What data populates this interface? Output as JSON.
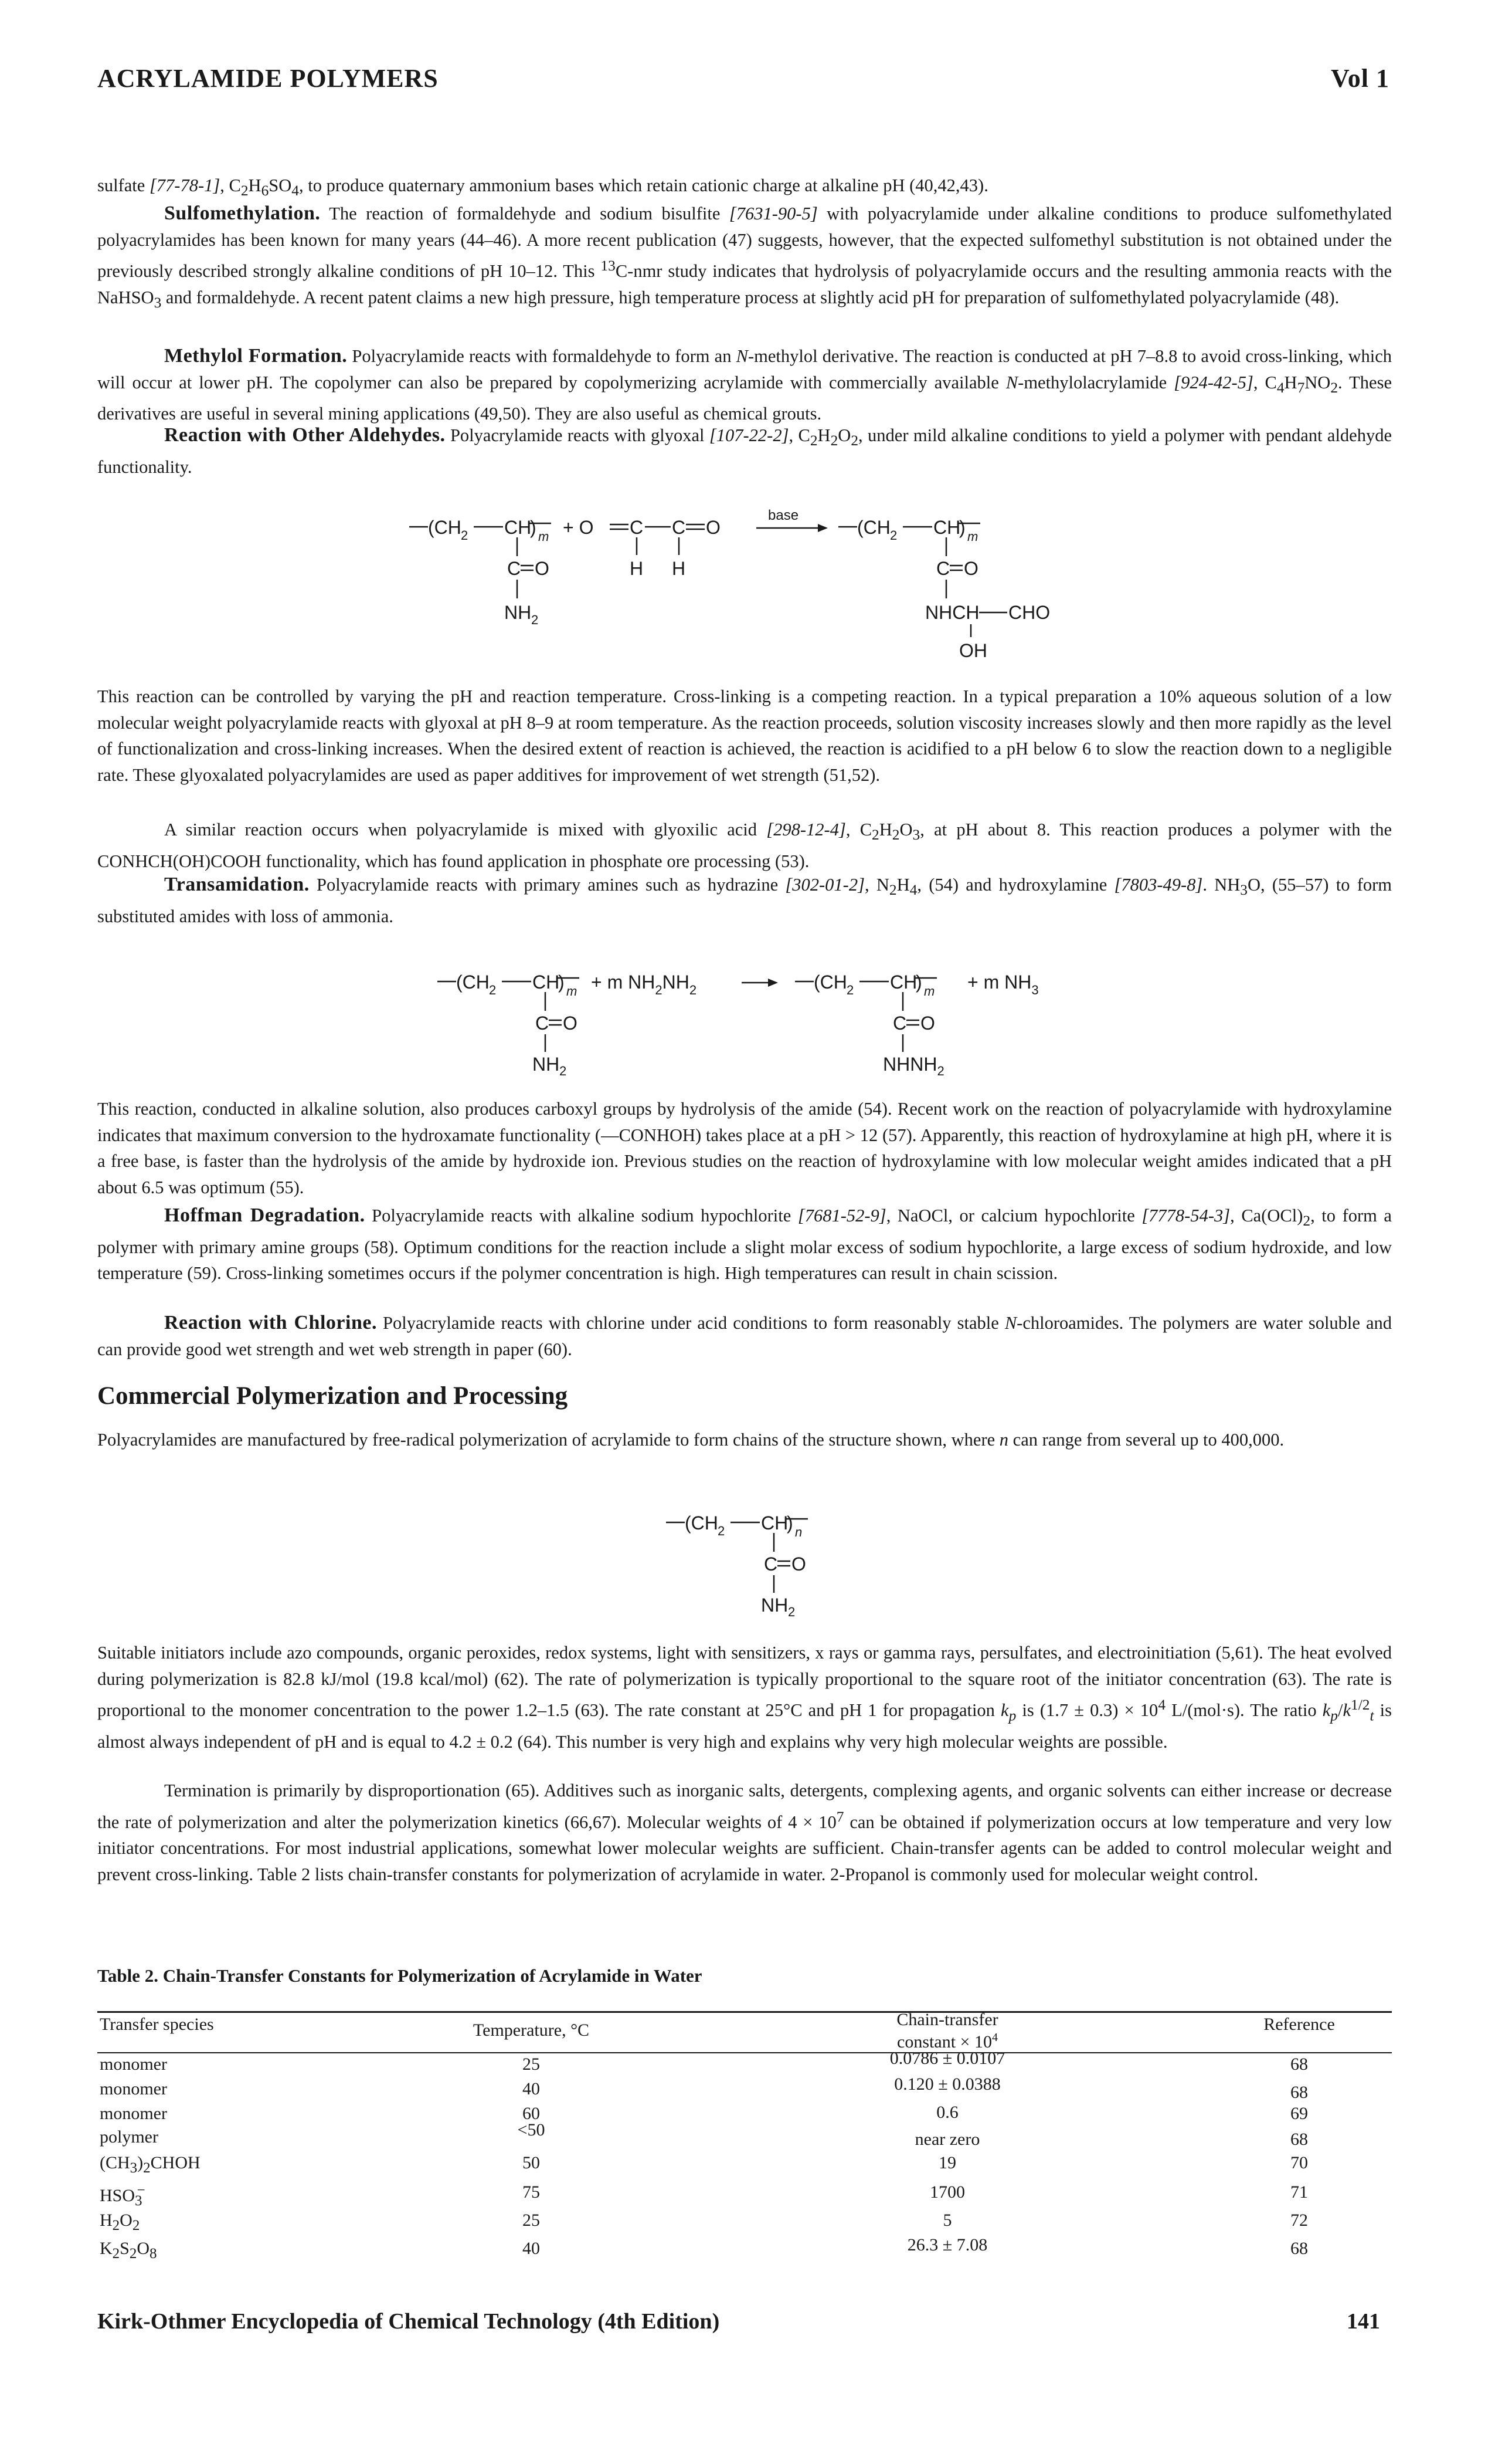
{
  "header": {
    "title": "ACRYLAMIDE POLYMERS",
    "volume": "Vol 1"
  },
  "paragraphs": {
    "p0_a": "sulfate ",
    "p0_cas": "[77-78-1]",
    "p0_b": ", C",
    "p0_sub1": "2",
    "p0_c": "H",
    "p0_sub2": "6",
    "p0_d": "SO",
    "p0_sub3": "4",
    "p0_e": ", to produce quaternary ammonium bases which retain cationic charge at alkaline pH (40,42,43).",
    "sulfo_head": "Sulfomethylation.",
    "sulfo_a": " The reaction of formaldehyde and sodium bisulfite ",
    "sulfo_cas": "[7631-90-5]",
    "sulfo_b": " with polyacrylamide under alkaline conditions to produce sulfomethylated polyacrylamides has been known for many years (44–46). A more recent publication (47) suggests, however, that the expected sulfomethyl substitution is not obtained under the previously described strongly alkaline conditions of pH 10–12. This ",
    "sulfo_sup": "13",
    "sulfo_c": "C-nmr study indicates that hydrolysis of polyacrylamide occurs and the resulting ammonia reacts with the NaHSO",
    "sulfo_sub": "3",
    "sulfo_d": " and formaldehyde. A recent patent claims a new high pressure, high temperature process at slightly acid pH for preparation of sulfomethylated polyacrylamide (48).",
    "methylol_head": "Methylol Formation.",
    "methylol_a": " Polyacrylamide reacts with formaldehyde to form an ",
    "methylol_n": "N",
    "methylol_b": "-methylol derivative. The reaction is conducted at pH 7–8.8 to avoid cross-linking, which will occur at lower pH. The copolymer can also be prepared by copolymerizing acrylamide with commercially available ",
    "methylol_n2": "N",
    "methylol_c": "-methylolacrylamide ",
    "methylol_cas": "[924-42-5]",
    "methylol_d": ", C",
    "methylol_s1": "4",
    "methylol_e": "H",
    "methylol_s2": "7",
    "methylol_f": "NO",
    "methylol_s3": "2",
    "methylol_g": ". These derivatives are useful in several mining applications (49,50). They are also useful as chemical grouts.",
    "ald_head": "Reaction with Other Aldehydes.",
    "ald_a": " Polyacrylamide reacts with glyoxal ",
    "ald_cas": "[107-22-2]",
    "ald_b": ", C",
    "ald_s1": "2",
    "ald_c": "H",
    "ald_s2": "2",
    "ald_d": "O",
    "ald_s3": "2",
    "ald_e": ", under mild alkaline conditions to yield a polymer with pendant aldehyde functionality.",
    "ctrl": "This reaction can be controlled by varying the pH and reaction temperature. Cross-linking is a competing reaction. In a typical preparation a 10% aqueous solution of a low molecular weight polyacrylamide reacts with glyoxal at pH 8–9 at room temperature. As the reaction proceeds, solution viscosity increases slowly and then more rapidly as the level of functionalization and cross-linking increases. When the desired extent of reaction is achieved, the reaction is acidified to a pH below 6 to slow the reaction down to a negligible rate. These glyoxalated polyacrylamides are used as paper additives for improvement of wet strength (51,52).",
    "glyox_a": "A similar reaction occurs when polyacrylamide is mixed with glyoxilic acid ",
    "glyox_cas": "[298-12-4]",
    "glyox_b": ", C",
    "glyox_s1": "2",
    "glyox_c": "H",
    "glyox_s2": "2",
    "glyox_d": "O",
    "glyox_s3": "3",
    "glyox_e": ", at pH about 8. This reaction produces a polymer with the CONHCH(OH)COOH functionality, which has found application in phosphate ore processing (53).",
    "trans_head": "Transamidation.",
    "trans_a": " Polyacrylamide reacts with primary amines such as hydrazine ",
    "trans_cas": "[302-01-2]",
    "trans_b": ", N",
    "trans_s1": "2",
    "trans_c": "H",
    "trans_s2": "4",
    "trans_d": ", (54) and hydroxylamine ",
    "trans_cas2": "[7803-49-8]",
    "trans_e": ". NH",
    "trans_s3": "3",
    "trans_f": "O, (55–57) to form substituted amides with loss of ammonia.",
    "alk": "This reaction, conducted in alkaline solution, also produces carboxyl groups by hydrolysis of the amide (54). Recent work on the reaction of polyacrylamide with hydroxylamine indicates that maximum conversion to the hydroxamate functionality (—CONHOH) takes place at a pH > 12 (57). Apparently, this reaction of hydroxylamine at high pH, where it is a free base, is faster than the hydrolysis of the amide by hydroxide ion. Previous studies on the reaction of hydroxylamine with low molecular weight amides indicated that a pH about 6.5 was optimum (55).",
    "hoff_head": "Hoffman Degradation.",
    "hoff_a": " Polyacrylamide reacts with alkaline sodium hypochlorite ",
    "hoff_cas": "[7681-52-9]",
    "hoff_b": ", NaOCl, or calcium hypochlorite ",
    "hoff_cas2": "[7778-54-3]",
    "hoff_c": ", Ca(OCl)",
    "hoff_s1": "2",
    "hoff_d": ", to form a polymer with primary amine groups (58). Optimum conditions for the reaction include a slight molar excess of sodium hypochlorite, a large excess of sodium hydroxide, and low temperature (59). Cross-linking sometimes occurs if the polymer concentration is high. High temperatures can result in chain scission.",
    "chl_head": "Reaction with Chlorine.",
    "chl_a": " Polyacrylamide reacts with chlorine under acid conditions to form reasonably stable ",
    "chl_n": "N",
    "chl_b": "-chloroamides. The polymers are water soluble and can provide good wet strength and wet web strength in paper (60).",
    "section_title": "Commercial Polymerization and Processing",
    "comm_a": "Polyacrylamides are manufactured by free-radical polymerization of acrylamide to form chains of the structure shown, where ",
    "comm_n": "n",
    "comm_b": " can range from several up to 400,000.",
    "init_a": "Suitable initiators include azo compounds, organic peroxides, redox systems, light with sensitizers, x rays or gamma rays, persulfates, and electroinitiation (5,61). The heat evolved during polymerization is 82.8 kJ/mol (19.8 kcal/mol) (62). The rate of polymerization is typically proportional to the square root of the initiator concentration (63). The rate is proportional to the monomer concentration to the power 1.2–1.5 (63). The rate constant at 25°C and pH 1 for propagation ",
    "init_k": "k",
    "init_ksub": "p",
    "init_b": " is (1.7 ± 0.3) × 10",
    "init_sup": "4",
    "init_c": " L/(mol·s). The ratio ",
    "init_k2": "k",
    "init_k2sub": "p",
    "init_d": "/",
    "init_k3": "k",
    "init_k3sup": "1/2",
    "init_k3sub": "t",
    "init_e": " is almost always independent of pH and is equal to 4.2 ± 0.2 (64). This number is very high and explains why very high molecular weights are possible.",
    "term_a": "Termination is primarily by disproportionation (65). Additives such as inorganic salts, detergents, complexing agents, and organic solvents can either increase or decrease the rate of polymerization and alter the polymerization kinetics (66,67). Molecular weights of 4 × 10",
    "term_sup": "7",
    "term_b": " can be obtained if polymerization occurs at low temperature and very low initiator concentrations. For most industrial applications, somewhat lower molecular weights are sufficient. Chain-transfer agents can be added to control molecular weight and prevent cross-linking. Table 2 lists chain-transfer constants for polymerization of acrylamide in water. 2-Propanol is commonly used for molecular weight control."
  },
  "schemes": {
    "s1": {
      "left_chain": "(CH",
      "sub2": "2",
      "ch": "CH",
      "m": "m",
      "plus_o": "+ O",
      "c1": "C",
      "c2": "C",
      "o": "O",
      "h1": "H",
      "h2": "H",
      "base": "base",
      "co": "C",
      "eq_o": "O",
      "nh2": "NH",
      "nhch": "NHCH",
      "cho": "CHO",
      "oh": "OH"
    },
    "s2": {
      "reagent": "+ m NH",
      "reagent_sub": "2",
      "reagent_b": "NH",
      "reagent_sub2": "2",
      "product": "+ m NH",
      "product_sub": "3",
      "nhnh2": "NHNH"
    },
    "s3": {
      "n": "n"
    }
  },
  "table": {
    "title": "Table 2. Chain-Transfer Constants for Polymerization of Acrylamide in Water",
    "headers": {
      "species": "Transfer species",
      "temperature": "Temperature, °C",
      "ct_line1": "Chain-transfer",
      "ct_line2": "constant × 10",
      "ct_sup": "4",
      "reference": "Reference"
    },
    "rows": [
      {
        "species": "monomer",
        "temp": "25",
        "ct": "0.0786 ± 0.0107",
        "ref": "68"
      },
      {
        "species": "monomer",
        "temp": "40",
        "ct": "0.120 ± 0.0388",
        "ref": "68"
      },
      {
        "species": "monomer",
        "temp": "60",
        "ct": "0.6",
        "ref": "69"
      },
      {
        "species": "polymer",
        "temp": "<50",
        "ct": "near zero",
        "ref": "68"
      },
      {
        "species": "(CH3)2CHOH",
        "temp": "50",
        "ct": "19",
        "ref": "70"
      },
      {
        "species": "HSO3−",
        "temp": "75",
        "ct": "1700",
        "ref": "71"
      },
      {
        "species": "H2O2",
        "temp": "25",
        "ct": "5",
        "ref": "72"
      },
      {
        "species": "K2S2O8",
        "temp": "40",
        "ct": "26.3 ± 7.08",
        "ref": "68"
      }
    ]
  },
  "footer": {
    "source": "Kirk-Othmer Encyclopedia of Chemical Technology (4th Edition)",
    "page": "141"
  }
}
